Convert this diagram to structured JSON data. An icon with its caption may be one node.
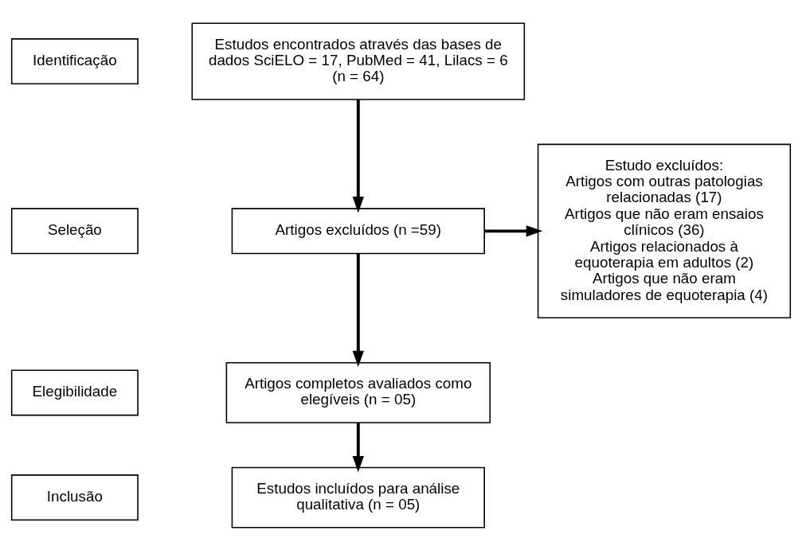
{
  "diagram": {
    "nodes": [
      {
        "text": [
          "Identificação"
        ]
      },
      {
        "text": [
          "Estudos encontrados através das bases de dados SciELO = 17, PubMed = 41, Lilacs = 6 (n = 64)"
        ]
      },
      {
        "text": [
          "Seleção"
        ]
      },
      {
        "text": [
          "Artigos excluídos (n =59)"
        ]
      },
      {
        "text": [
          "Estudo excluídos:",
          "Artigos com outras patologias relacionadas (17)",
          "Artigos que não eram ensaios clínicos (36)",
          "Artigos relacionados à equoterapia em adultos (2)",
          "Artigos que não eram simuladores de equoterapia (4)"
        ]
      },
      {
        "text": [
          "Elegibilidade"
        ]
      },
      {
        "text": [
          "Artigos completos avaliados como elegíveis (n = 05)"
        ]
      },
      {
        "text": [
          "Inclusão"
        ]
      },
      {
        "text": [
          "Estudos incluídos para análise qualitativa (n = 05)"
        ]
      }
    ],
    "edges": [
      {
        "from": 1,
        "to": 3,
        "arrow": "to"
      },
      {
        "from": 3,
        "to": 6,
        "arrow": "to"
      },
      {
        "from": 3,
        "to": 4,
        "arrow": "to"
      },
      {
        "from": 6,
        "to": 8,
        "arrow": "to"
      }
    ]
  }
}
